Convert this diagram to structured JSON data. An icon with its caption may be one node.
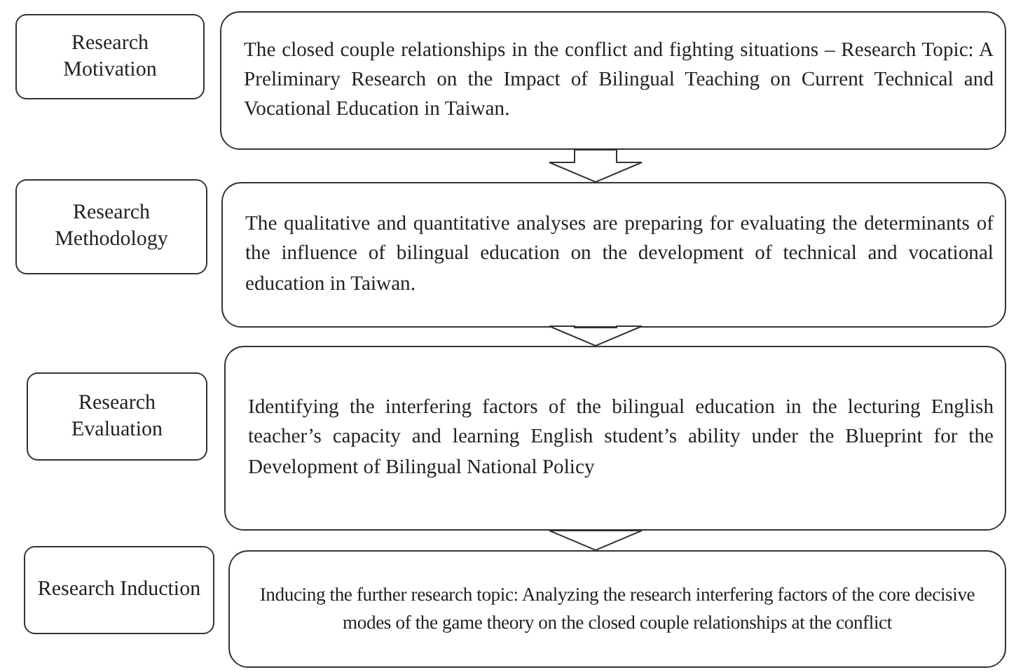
{
  "diagram": {
    "nodes": [
      {
        "text": [
          "Research Motivation"
        ]
      },
      {
        "text": [
          "The closed couple relationships in the conflict and fighting situations – Research Topic: A Preliminary Research on the Impact of Bilingual Teaching on Current Technical and Vocational Education in Taiwan."
        ]
      },
      {
        "text": [
          "Research Methodology"
        ]
      },
      {
        "text": [
          "The qualitative and quantitative analyses are preparing for evaluating the determinants of the influence of bilingual education on the development of technical and vocational education in Taiwan."
        ]
      },
      {
        "text": [
          "Research Evaluation"
        ]
      },
      {
        "text": [
          "Identifying the interfering factors of the bilingual education in the lecturing English teacher’s capacity and learning English student’s ability under the Blueprint for the Development of Bilingual National Policy"
        ]
      },
      {
        "text": [
          "Research Induction"
        ]
      },
      {
        "text": [
          "Inducing the further research topic: Analyzing the research interfering factors of the core decisive modes of the game theory on the closed couple relationships at the conflict"
        ]
      }
    ],
    "edges": [
      {
        "from": 1,
        "to": 3,
        "arrow": "to"
      },
      {
        "from": 3,
        "to": 5,
        "arrow": "to"
      },
      {
        "from": 5,
        "to": 7,
        "arrow": "to"
      }
    ]
  }
}
